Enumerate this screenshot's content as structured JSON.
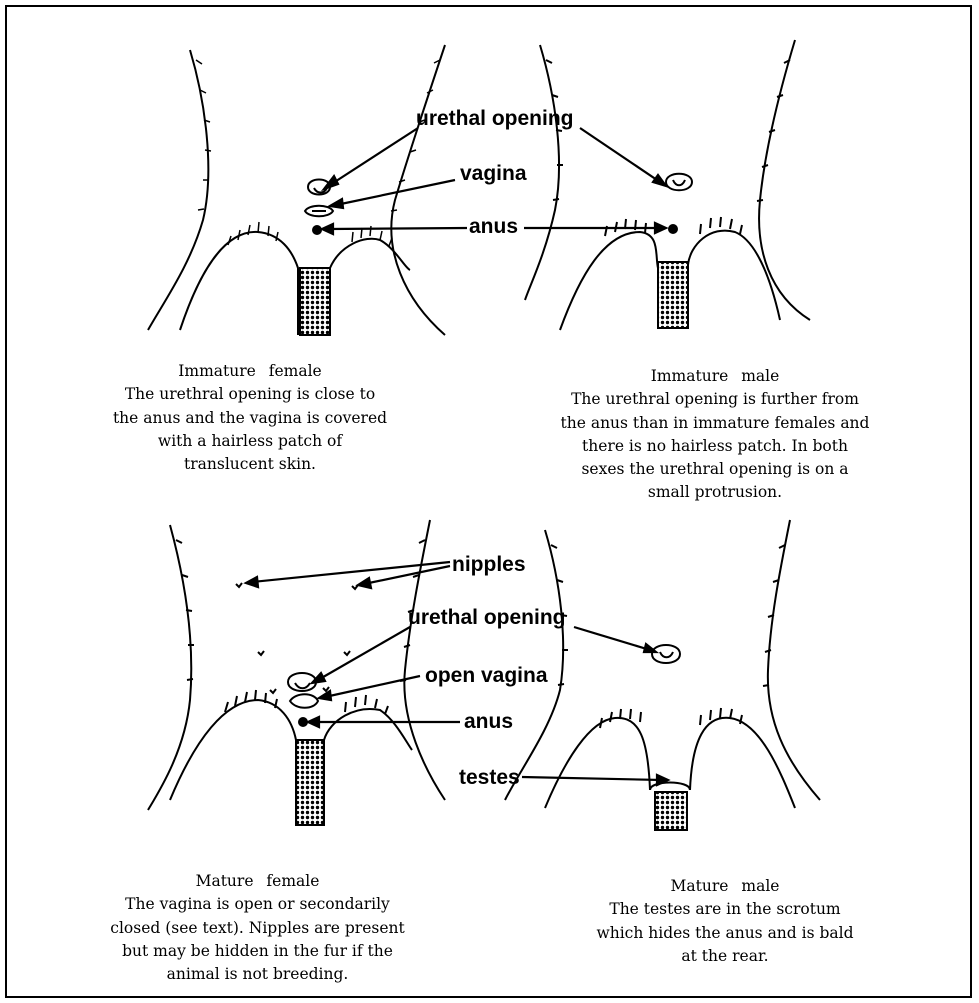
{
  "labels": {
    "urethral_opening_top": "urethal opening",
    "vagina": "vagina",
    "anus_top": "anus",
    "nipples": "nipples",
    "urethral_opening_bottom": "urethal opening",
    "open_vagina": "open vagina",
    "anus_bottom": "anus",
    "testes": "testes"
  },
  "captions": {
    "immature_female": {
      "title": "Immature   female",
      "lines": [
        "The urethral opening is close to",
        "the anus and the vagina is covered",
        "with a hairless patch of",
        "translucent skin."
      ]
    },
    "immature_male": {
      "title": "Immature   male",
      "lines": [
        "The urethral opening is further from",
        "the anus than in immature females and",
        "there is no hairless patch.  In both",
        "sexes the urethral opening is on a",
        "small protrusion."
      ]
    },
    "mature_female": {
      "title": "Mature   female",
      "lines": [
        "The vagina is open or secondarily",
        "closed (see text).  Nipples are present",
        "but may be hidden in the fur if the",
        "animal is not breeding."
      ]
    },
    "mature_male": {
      "title": "Mature   male",
      "lines": [
        "The testes are in the scrotum",
        "which hides the anus and is bald",
        "at the rear."
      ]
    }
  }
}
